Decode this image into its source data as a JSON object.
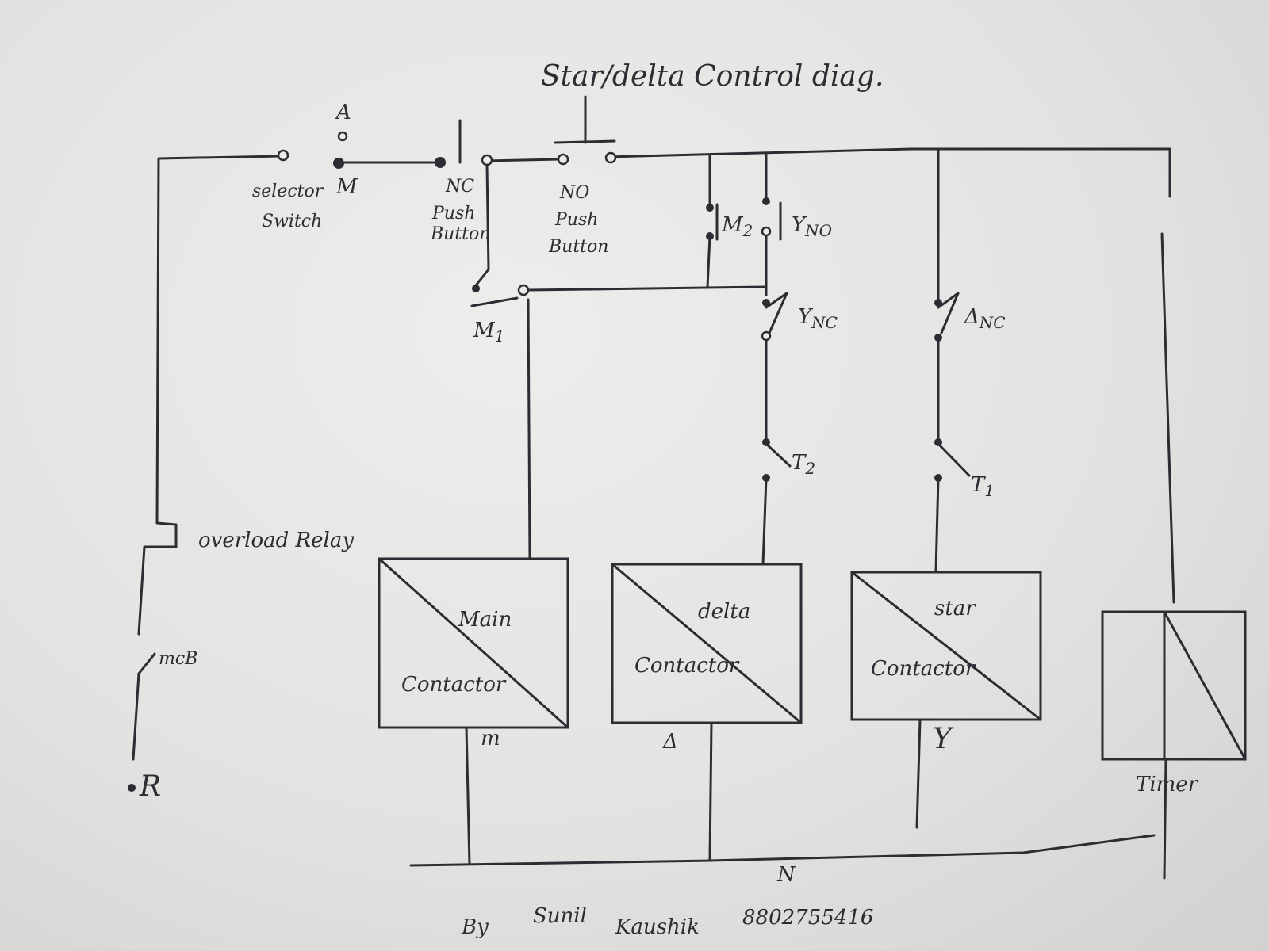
{
  "title": "Star/delta Control diag.",
  "labels": {
    "selector_a": "A",
    "selector_m": "M",
    "selector_line1": "selector",
    "selector_line2": "Switch",
    "nc_line1": "NC",
    "nc_line2": "Push",
    "nc_line3": "Button",
    "no_line1": "NO",
    "no_line2": "Push",
    "no_line3": "Button",
    "m1_main": "M",
    "m1_sub": "1",
    "m2_main": "M",
    "m2_sub": "2",
    "yno_main": "Y",
    "yno_sub": "NO",
    "ync_main": "Y",
    "ync_sub": "NC",
    "dnc_main": "Δ",
    "dnc_sub": "NC",
    "t2_main": "T",
    "t2_sub": "2",
    "t1_main": "T",
    "t1_sub": "1",
    "overload": "overload Relay",
    "mcb": "mcB",
    "r": "R",
    "n": "N"
  },
  "contactors": {
    "main_name": "Main",
    "main_word": "Contactor",
    "main_mark": "m",
    "delta_name": "delta",
    "delta_word": "Contactor",
    "delta_mark": "Δ",
    "star_name": "star",
    "star_word": "Contactor",
    "star_mark": "Y"
  },
  "timer": "Timer",
  "signature": {
    "by": "By",
    "first": "Sunil",
    "last": "Kaushik",
    "phone": "8802755416"
  }
}
